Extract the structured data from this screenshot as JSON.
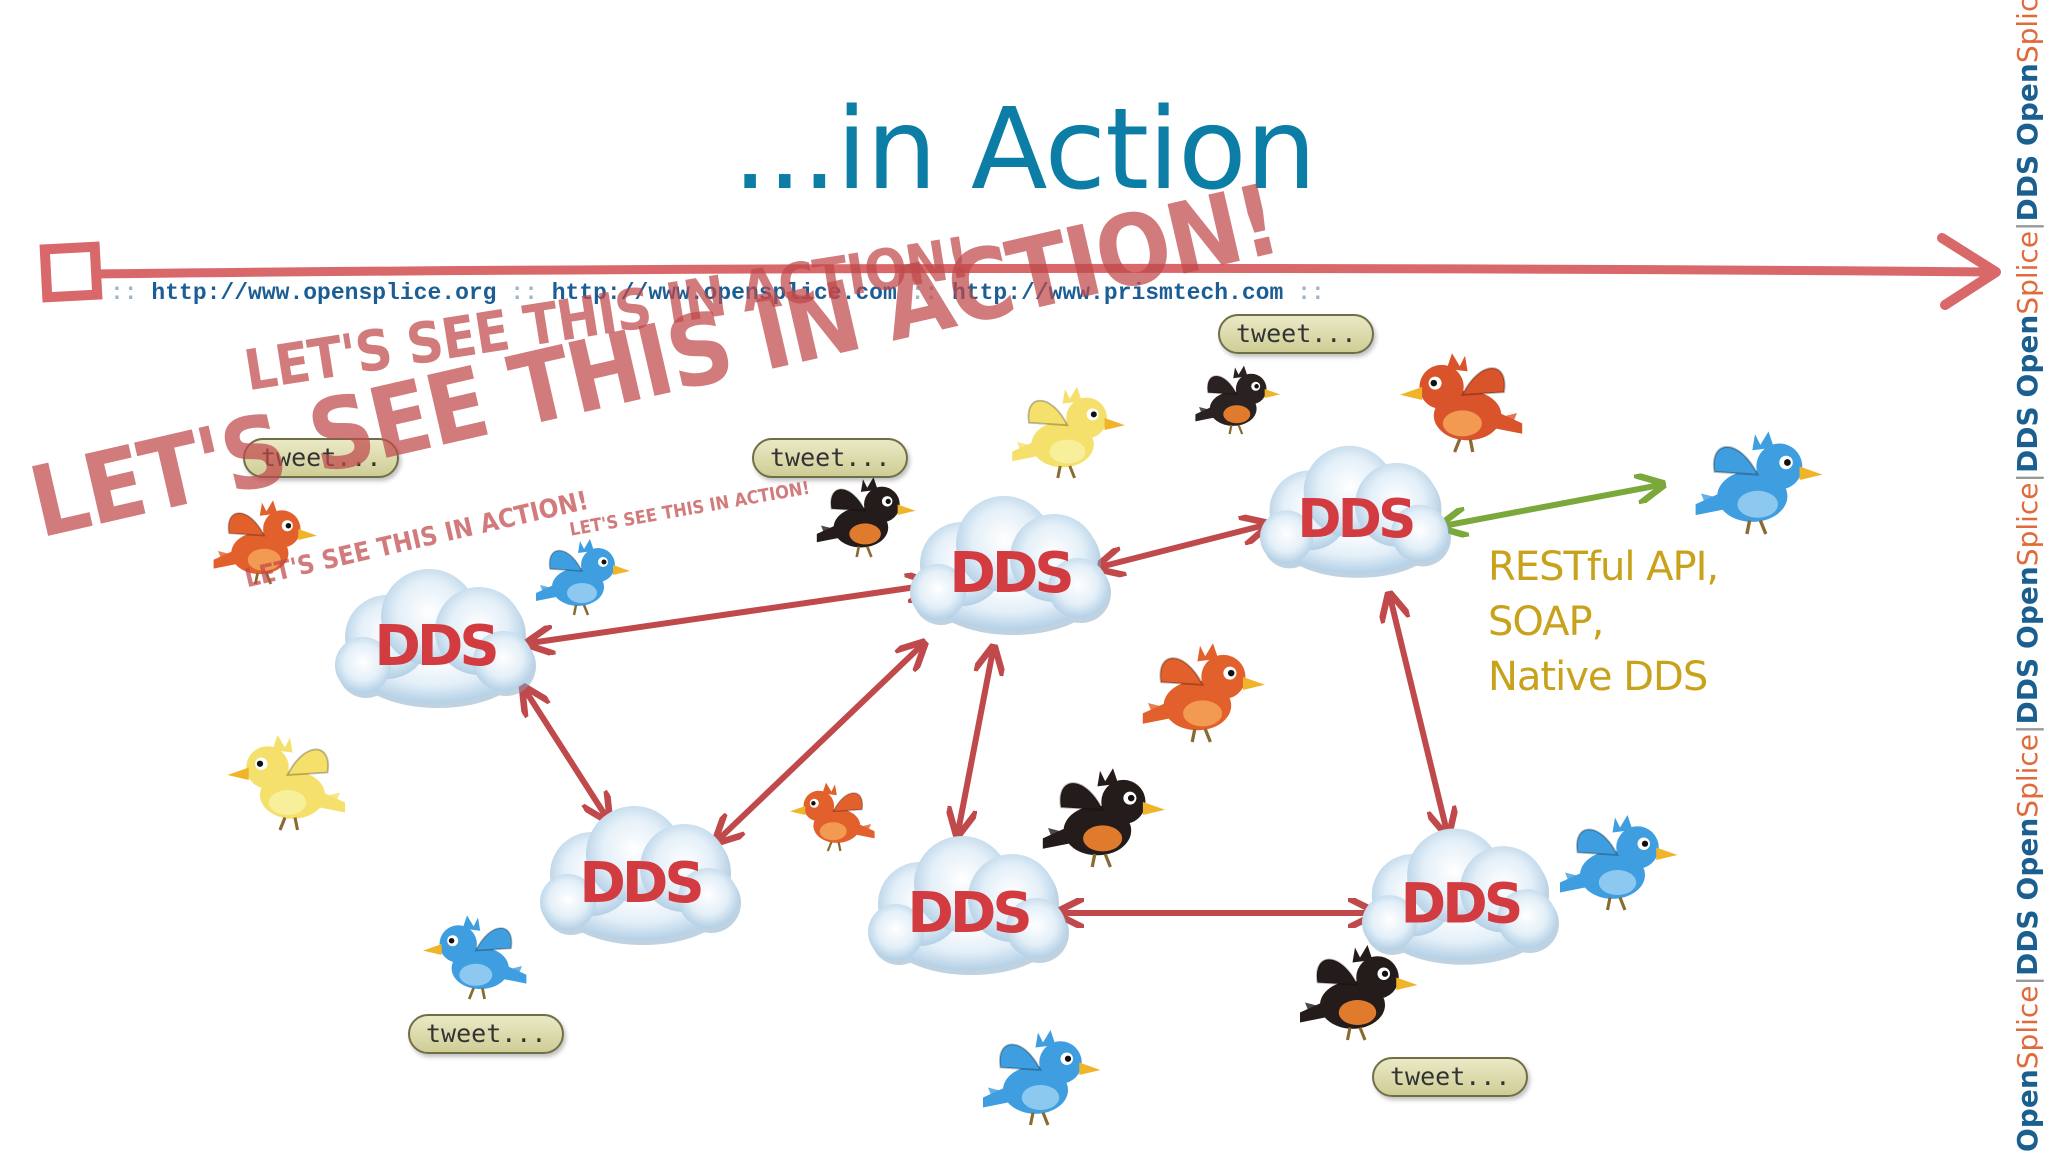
{
  "slide": {
    "title": "...in Action",
    "urls": [
      "http://www.opensplice.org",
      "http://www.opensplice.com",
      "http://www.prismtech.com"
    ],
    "url_separator": "::",
    "node_label": "DDS",
    "tweet_label": "tweet...",
    "stamp_text": "Let's see this in action!",
    "protocols": [
      "RESTful API,",
      "SOAP,",
      "Native DDS"
    ],
    "brand": {
      "part1": "Open",
      "part2": "Splice",
      "product": "DDS",
      "repeat": 6
    },
    "colors": {
      "title": "#0c7ea6",
      "timeline": "#d9686a",
      "dds_arrow": "#c0494b",
      "client_arrow": "#7aa83a",
      "dds_text": "#d23b3f",
      "protocols": "#c9a21b"
    }
  }
}
